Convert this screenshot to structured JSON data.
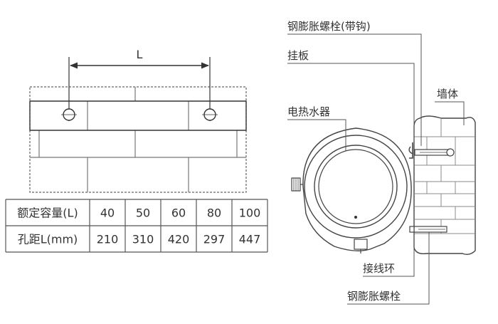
{
  "dimension": {
    "label": "L"
  },
  "callouts": {
    "bolt_hook": "钢膨胀螺栓(带钩)",
    "hanger_plate": "挂板",
    "wall": "墙体",
    "water_heater": "电热水器",
    "connecting_ring": "接线环",
    "expansion_bolt": "钢膨胀螺栓"
  },
  "table": {
    "rows": [
      {
        "header": "额定容量(L)",
        "cells": [
          "40",
          "50",
          "60",
          "80",
          "100"
        ]
      },
      {
        "header": "孔距L(mm)",
        "cells": [
          "210",
          "310",
          "420",
          "297",
          "447"
        ]
      }
    ]
  }
}
